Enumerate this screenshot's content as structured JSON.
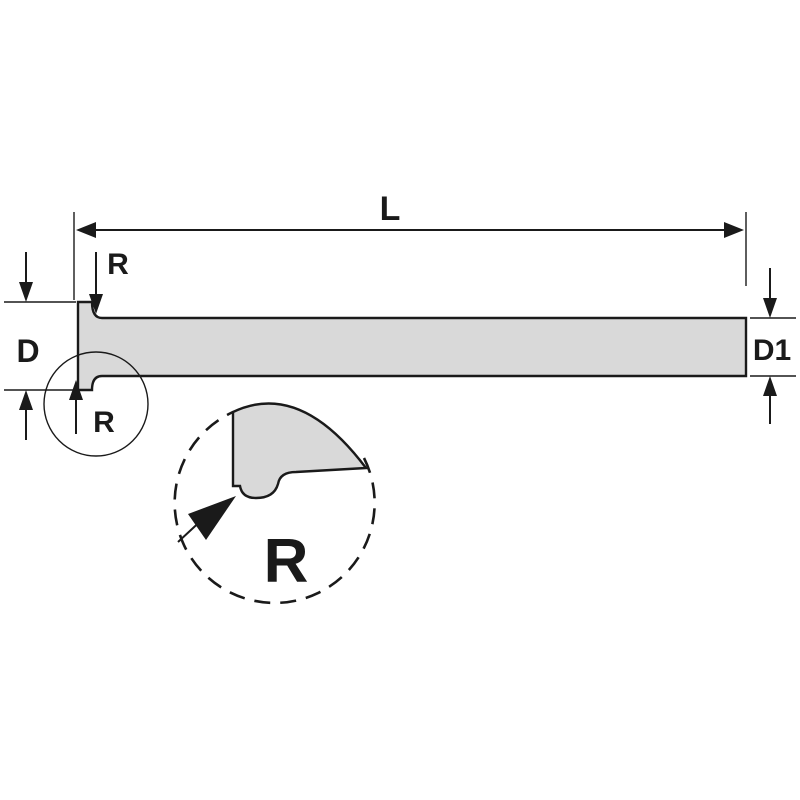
{
  "labels": {
    "length": "L",
    "head_diameter": "D",
    "shank_diameter": "D1",
    "radius_top": "R",
    "radius_bottom": "R",
    "radius_detail": "R"
  }
}
